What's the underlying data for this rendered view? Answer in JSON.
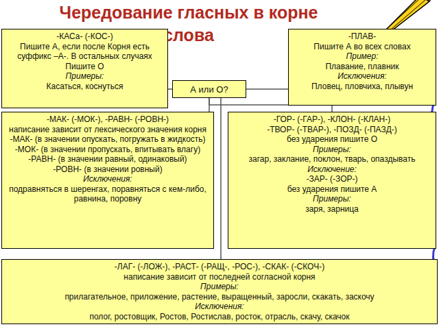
{
  "diagram": {
    "title": "Чередование гласных в корне слова",
    "nodes": [
      {
        "text": [
          "-КАСа- (-КОС-)",
          "Пишите А, если после Корня есть суффикс –А-. В остальных случаях Пишите О",
          "Примеры:",
          "Касаться, коснуться"
        ]
      },
      {
        "text": [
          "А или О?"
        ]
      },
      {
        "text": [
          "-ПЛАВ-",
          "Пишите А во всех словах",
          "Пример:",
          "Плавание, плавник",
          "Исключения:",
          "Пловец, пловчиха, плывун"
        ]
      },
      {
        "text": [
          "-МАК- (-МОК-), -РАВН- (-РОВН-)",
          "написание зависит от лексического значения корня",
          "-МАК- (в значении опускать, погружать в жидкость)",
          "-МОК- (в значении пропускать, впитывать влагу)",
          "-РАВН- (в значении равный, одинаковый)",
          "-РОВН- (в значении ровный)",
          "Исключения:",
          "подравняться в шеренгах, поравняться с кем-либо, равнина, поровну"
        ]
      },
      {
        "text": [
          "-ГОР- (-ГАР-), -КЛОН- (-КЛАН-)",
          "-ТВОР- (-ТВАР-), -ПОЗД- (-ПАЗД-)",
          "без ударения пишите О",
          "Примеры:",
          "загар, заклание, поклон, тварь, опаздывать",
          "Исключение:",
          "-ЗАР- (-ЗОР-)",
          "без ударения пишите А",
          "Примеры:",
          "заря, зарница"
        ]
      },
      {
        "text": [
          "-ЛАГ- (-ЛОЖ-), -РАСТ- (-РАЩ-, -РОС-), -СКАК- (-СКОЧ-)",
          "написание зависит от последней согласной корня",
          "Примеры:",
          "прилагательное, приложение, растение, выращенный, заросли, скакать, заскочу",
          "Исключения:",
          "полог, ростовщик, Ростов, Ростислав, росток, отрасль, скачу, скачок"
        ]
      }
    ],
    "edges": [
      {
        "from": 1,
        "to": 0,
        "arrow": "none"
      },
      {
        "from": 1,
        "to": 2,
        "arrow": "none"
      },
      {
        "from": 1,
        "to": 3,
        "arrow": "none"
      },
      {
        "from": 1,
        "to": 4,
        "arrow": "none"
      },
      {
        "from": 1,
        "to": 5,
        "arrow": "none"
      }
    ]
  }
}
